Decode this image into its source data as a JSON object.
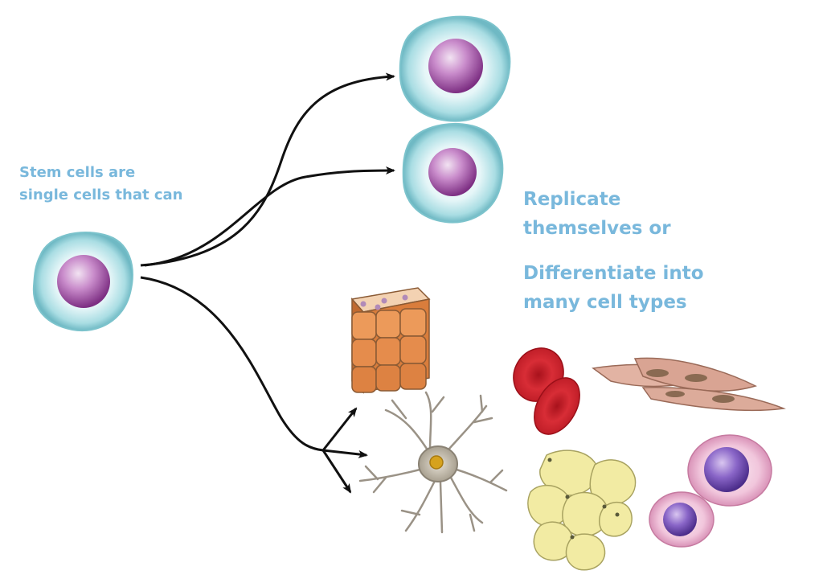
{
  "captions": {
    "intro": "Stem cells are\nsingle cells that can",
    "replicate": "Replicate\nthemselves or",
    "differentiate": "Differentiate into\nmany cell types"
  },
  "colors": {
    "caption_text": "#79b8dc",
    "stem_cytoplasm": "#8fd0d8",
    "stem_nucleus": "#9a3d9a",
    "arrow": "#111111",
    "red_blood_cell": "#c81e2a",
    "epithelial": "#e89a5c",
    "fat_cell": "#f1eaa0",
    "smooth_muscle": "#d49a86",
    "white_blood_cell": "#e8a7c4",
    "neuron": "#c8c0b4"
  },
  "icons": [
    "stem-cell-icon",
    "epithelial-cells-icon",
    "neuron-icon",
    "red-blood-cells-icon",
    "smooth-muscle-cells-icon",
    "fat-cells-icon",
    "white-blood-cells-icon"
  ]
}
